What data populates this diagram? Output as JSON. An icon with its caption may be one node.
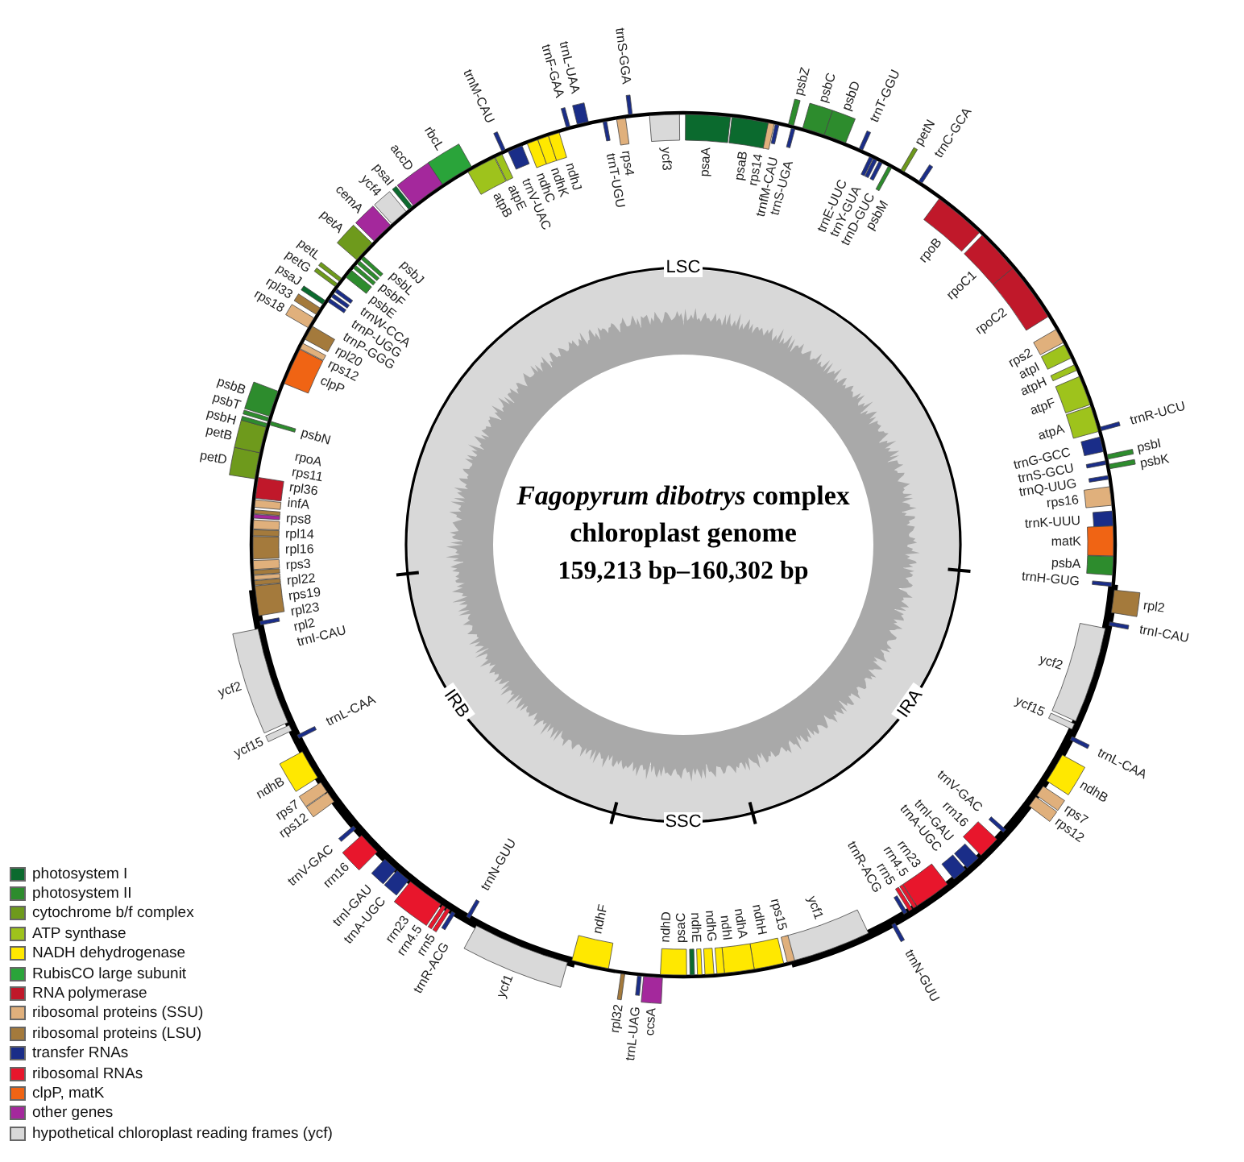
{
  "diagram": {
    "title": "*Fagopyrum dibotrys* complex chloroplast genome",
    "labels": [
      "psaA",
      "psaB",
      "rps14",
      "trnfM-CAU",
      "psbZ",
      "trnS-UGA",
      "psbC",
      "psbD",
      "trnT-GGU",
      "trnE-UUC",
      "trnY-GUA",
      "trnD-GUC",
      "psbM",
      "petN",
      "trnC-GCA",
      "rpoB",
      "rpoC1",
      "rpoC2",
      "rps2",
      "atpI",
      "atpH",
      "atpF",
      "atpA",
      "trnR-UCU",
      "trnG-GCC",
      "psbI",
      "trnS-GCU",
      "psbK",
      "trnQ-UUG",
      "rps16",
      "trnK-UUU",
      "matK",
      "psbA",
      "trnH-GUG",
      "rpl2",
      "trnI-CAU",
      "ycf2",
      "ycf15",
      "trnL-CAA",
      "ndhB",
      "rps7",
      "rps12",
      "trnV-GAC",
      "rrn16",
      "trnI-GAU",
      "trnA-UGC",
      "rrn23",
      "rrn4.5",
      "rrn5",
      "trnR-ACG",
      "trnN-GUU",
      "ycf1",
      "rps15",
      "ndhH",
      "ndhA",
      "ndhI",
      "ndhG",
      "ndhE",
      "psaC",
      "ndhD",
      "ccsA",
      "trnL-UAG",
      "rpl32",
      "ndhF",
      "ycf1",
      "trnN-GUU",
      "trnR-ACG",
      "rrn5",
      "rrn4.5",
      "rrn23",
      "trnA-UGC",
      "trnI-GAU",
      "rrn16",
      "trnV-GAC",
      "rps12",
      "rps7",
      "ndhB",
      "trnL-CAA",
      "ycf15",
      "ycf2",
      "trnI-CAU",
      "rpl2",
      "rpl23",
      "rps19",
      "rpl22",
      "rps3",
      "rpl16",
      "rpl14",
      "rps8",
      "infA",
      "rpl36",
      "rps11",
      "rpoA",
      "petD",
      "petB",
      "psbH",
      "psbN",
      "psbT",
      "psbB",
      "clpP",
      "rps12",
      "rpl20",
      "rps18",
      "rpl33",
      "psaJ",
      "trnP-GGG",
      "trnP-UGG",
      "trnW-CCA",
      "petG",
      "petL",
      "psbE",
      "psbF",
      "psbL",
      "psbJ",
      "petA",
      "cemA",
      "ycf4",
      "psaI",
      "accD",
      "rbcL",
      "atpB",
      "atpE",
      "trnM-CAU",
      "trnV-UAC",
      "ndhC",
      "ndhK",
      "ndhJ",
      "trnF-GAA",
      "trnL-UAA",
      "trnT-UGU",
      "rps4",
      "trnS-GGA",
      "ycf3",
      "LSC",
      "IRA",
      "SSC",
      "IRB",
      "159,213 bp–160,302 bp"
    ],
    "legend": [
      {
        "text": "photosystem I",
        "color": "#0b6a2e"
      },
      {
        "text": "photosystem II",
        "color": "#2d8c2d"
      },
      {
        "text": "cytochrome b/f complex",
        "color": "#6e9a1c"
      },
      {
        "text": "ATP synthase",
        "color": "#9ec31c"
      },
      {
        "text": "NADH dehydrogenase",
        "color": "#ffe800"
      },
      {
        "text": "RubisCO large subunit",
        "color": "#2aa43a"
      },
      {
        "text": "RNA polymerase",
        "color": "#c0182a"
      },
      {
        "text": "ribosomal proteins (SSU)",
        "color": "#e0b07c"
      },
      {
        "text": "ribosomal proteins (LSU)",
        "color": "#a47a3c"
      },
      {
        "text": "transfer RNAs",
        "color": "#1a2d88"
      },
      {
        "text": "ribosomal RNAs",
        "color": "#e8162c"
      },
      {
        "text": "clpP, matK",
        "color": "#f06414"
      },
      {
        "text": "other genes",
        "color": "#a4289c"
      },
      {
        "text": "hypothetical chloroplast reading frames (ycf)",
        "color": "#d9d9d9"
      }
    ]
  }
}
